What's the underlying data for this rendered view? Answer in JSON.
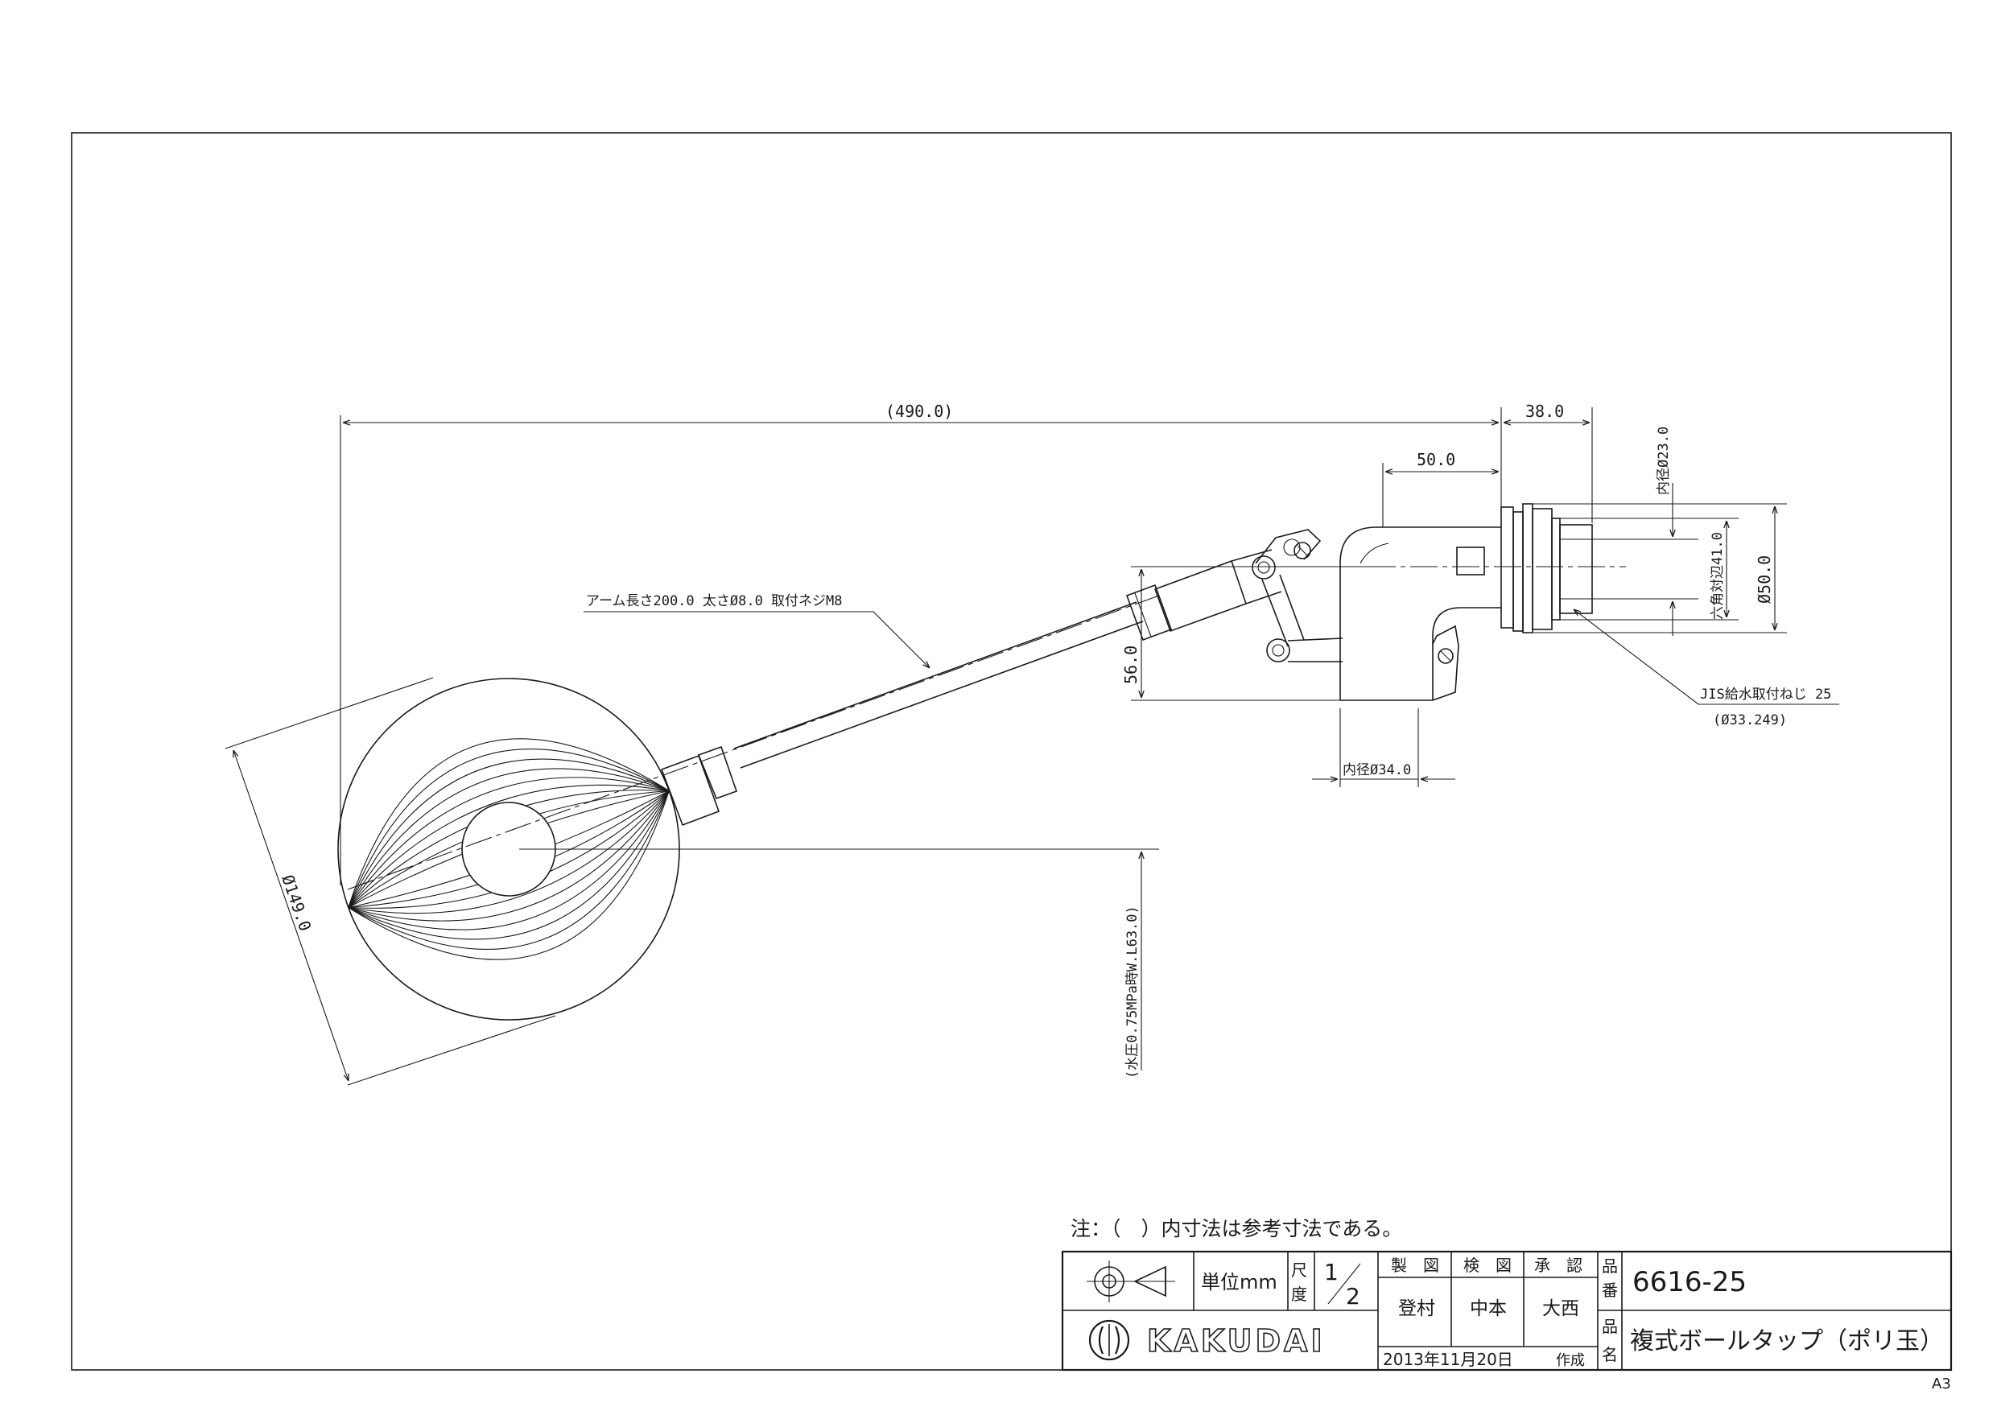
{
  "dimensions": {
    "overall_length": "(490.0)",
    "flange_width": "38.0",
    "body_width": "50.0",
    "height": "56.0",
    "inner_dia_outlet": "内径Ø23.0",
    "hex_across_flats": "六角対辺41.0",
    "outer_dia": "Ø50.0",
    "inner_dia_body": "内径Ø34.0",
    "float_dia": "Ø149.0",
    "water_level": "(水圧0.75MPa時W.L63.0)",
    "arm_note": "アーム長さ200.0 太さØ8.0 取付ネジM8",
    "thread_note": "JIS給水取付ねじ 25",
    "thread_sub": "(Ø33.249)"
  },
  "note": "注：（　）内寸法は参考寸法である。",
  "title_block": {
    "unit_label": "単位mm",
    "scale_label": "尺度",
    "scale_num": "1",
    "scale_den": "2",
    "drawn_label": "製　図",
    "checked_label": "検　図",
    "approved_label": "承　認",
    "drawn_by": "登村",
    "checked_by": "中本",
    "approved_by": "大西",
    "part_no_label": "品番",
    "part_no": "6616-25",
    "part_name_label": "品名",
    "part_name": "複式ボールタップ（ポリ玉）",
    "date": "2013年11月20日",
    "made_label": "作成",
    "company": "KAKUDAI"
  },
  "sheet_size": "A3"
}
